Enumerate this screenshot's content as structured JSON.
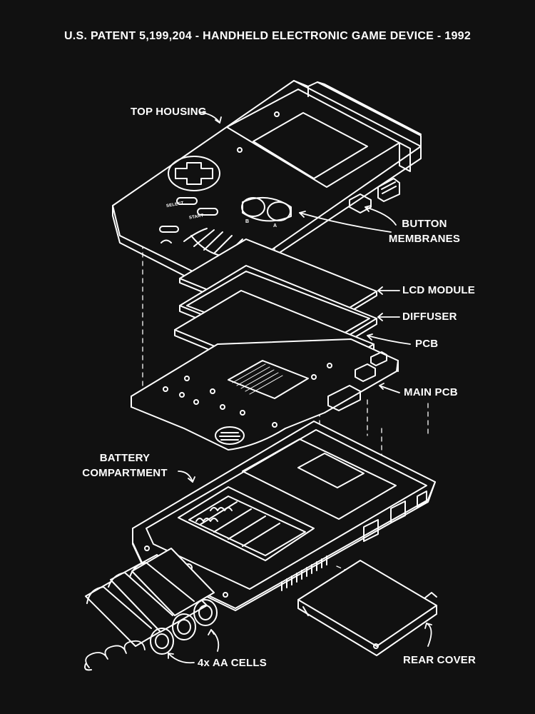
{
  "title": "U.S. PATENT 5,199,204 - HANDHELD ELECTRONIC GAME DEVICE - 1992",
  "labels": {
    "top_housing": "TOP HOUSING",
    "button_membranes_1": "BUTTON",
    "button_membranes_2": "MEMBRANES",
    "lcd_module": "LCD MODULE",
    "diffuser": "DIFFUSER",
    "pcb": "PCB",
    "main_pcb": "MAIN PCB",
    "battery_1": "BATTERY",
    "battery_2": "COMPARTMENT",
    "aa_cells": "4x AA CELLS",
    "rear_cover": "REAR COVER"
  },
  "device_text": {
    "select": "SELECT",
    "start": "START",
    "b": "B",
    "a": "A"
  },
  "colors": {
    "background": "#111111",
    "line": "#ffffff"
  }
}
